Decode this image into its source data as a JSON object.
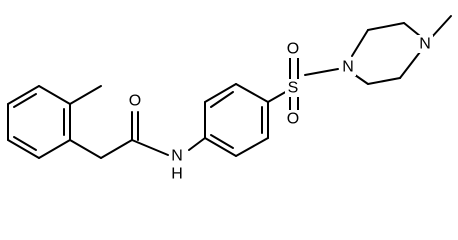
{
  "atom_labels": {
    "amide_nitrogen": "N",
    "amide_hydrogen": "H",
    "amide_oxygen": "O",
    "sulfur": "S",
    "sulfonyl_oxygen_top": "O",
    "sulfonyl_oxygen_bottom": "O",
    "piperazine_nitrogen_1": "N",
    "piperazine_nitrogen_4": "N"
  }
}
